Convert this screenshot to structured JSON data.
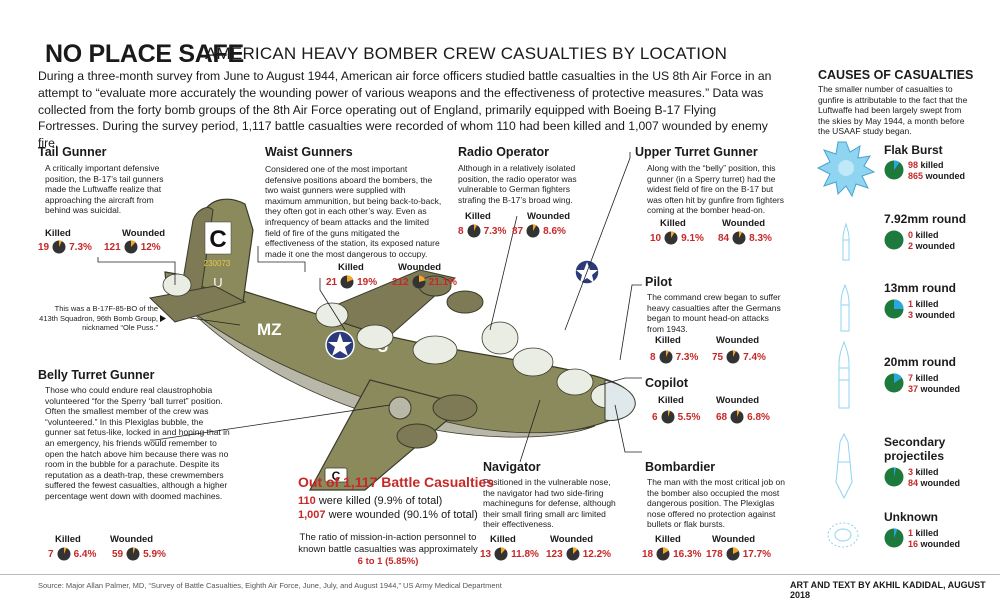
{
  "header": {
    "title": "NO PLACE SAFE",
    "subtitle": "AMERICAN HEAVY BOMBER CREW CASUALTIES BY LOCATION"
  },
  "intro": "During a three-month survey from June to August 1944, American air force officers studied battle casualties in the US 8th Air Force in an attempt to “evaluate more accurately the wounding power of various weapons and the effectiveness of protective measures.” Data was collected from the forty bomb groups of the 8th Air Force operating out of England, primarily equipped with Boeing B-17 Flying Fortresses. During the survey period, 1,117 battle casualties were recorded of whom 110 had been killed and 1,007 wounded by enemy fire.",
  "labels": {
    "killed": "Killed",
    "wounded": "Wounded"
  },
  "positions": {
    "tail": {
      "title": "Tail Gunner",
      "text": "A critically important defensive position, the B-17’s tail gunners made the Luftwaffe realize that approaching the aircraft from behind was suicidal.",
      "killed": "19",
      "killed_pct": "7.3%",
      "killed_frac": 0.073,
      "wounded": "121",
      "wounded_pct": "12%",
      "wounded_frac": 0.12
    },
    "waist": {
      "title": "Waist Gunners",
      "text": "Considered one of the most important defensive positions aboard the bombers, the two waist gunners were supplied with maximum ammunition, but being back-to-back, they often got in each other’s way. Even as infrequency of beam attacks and the limited field of fire of the guns mitigated the effectiveness of the station, its exposed nature made it one the most dangerous to occupy.",
      "killed": "21",
      "killed_pct": "19%",
      "killed_frac": 0.19,
      "wounded": "212",
      "wounded_pct": "21.1%",
      "wounded_frac": 0.211
    },
    "radio": {
      "title": "Radio Operator",
      "text": "Although in a relatively isolated position, the radio operator was vulnerable to German fighters strafing the B-17’s broad wing.",
      "killed": "8",
      "killed_pct": "7.3%",
      "killed_frac": 0.073,
      "wounded": "87",
      "wounded_pct": "8.6%",
      "wounded_frac": 0.086
    },
    "upper": {
      "title": "Upper Turret Gunner",
      "text": "Along with the “belly” position, this gunner (in a Sperry turret) had the widest field of fire on the B-17 but was often hit by gunfire from fighters coming at the bomber head-on.",
      "killed": "10",
      "killed_pct": "9.1%",
      "killed_frac": 0.091,
      "wounded": "84",
      "wounded_pct": "8.3%",
      "wounded_frac": 0.083
    },
    "pilot": {
      "title": "Pilot",
      "text": "The command crew began to suffer heavy casualties after the Germans began to mount head-on attacks from 1943.",
      "killed": "8",
      "killed_pct": "7.3%",
      "killed_frac": 0.073,
      "wounded": "75",
      "wounded_pct": "7.4%",
      "wounded_frac": 0.074
    },
    "copilot": {
      "title": "Copilot",
      "text": "",
      "killed": "6",
      "killed_pct": "5.5%",
      "killed_frac": 0.055,
      "wounded": "68",
      "wounded_pct": "6.8%",
      "wounded_frac": 0.068
    },
    "bombardier": {
      "title": "Bombardier",
      "text": "The man with the most critical job on the bomber also occupied the most dangerous position. The Plexiglas nose offered no protection against bullets or flak bursts.",
      "killed": "18",
      "killed_pct": "16.3%",
      "killed_frac": 0.163,
      "wounded": "178",
      "wounded_pct": "17.7%",
      "wounded_frac": 0.177
    },
    "navigator": {
      "title": "Navigator",
      "text": "Positioned in the vulnerable nose, the navigator had two side-firing machineguns for defense, although their small firing small arc limited their effectiveness.",
      "killed": "13",
      "killed_pct": "11.8%",
      "killed_frac": 0.118,
      "wounded": "123",
      "wounded_pct": "12.2%",
      "wounded_frac": 0.122
    },
    "belly": {
      "title": "Belly Turret Gunner",
      "text": "Those who could endure real claustrophobia volunteered “for the Sperry ‘ball turret” position. Often the smallest member of the crew was “volunteered.” In this Plexiglas bubble, the gunner sat fetus-like, locked in and hoping that in an emergency, his friends would remember to open the hatch above him because there was no room in the bubble for a parachute. Despite its reputation as a death-trap, these crewmembers suffered the fewest casualties, although a higher percentage went down with doomed machines.",
      "killed": "7",
      "killed_pct": "6.4%",
      "killed_frac": 0.064,
      "wounded": "59",
      "wounded_pct": "5.9%",
      "wounded_frac": 0.059
    }
  },
  "aircraft_note": "This was a B-17F-85-BO of the 413th Squadron, 96th Bomb Group, nicknamed “Ole Puss.”",
  "aircraft_markings": {
    "tail_letter": "C",
    "serial": "230073",
    "tail_u": "U",
    "fuselage_code": "MZ",
    "fuselage_u": "U",
    "rudder_letter": "C"
  },
  "summary": {
    "heading": "Out of 1,117 Battle Casualties",
    "killed_num": "110",
    "killed_text": "were killed (9.9% of total)",
    "wounded_num": "1,007",
    "wounded_text": "were wounded (90.1% of total)",
    "ratio_text": "The ratio of mission-in-action personnel to known battle casualties was approximately",
    "ratio_value": "6 to 1 (5.85%)"
  },
  "causes": {
    "title": "CAUSES OF CASUALTIES",
    "text": "The smaller number of casualties to gunfire is attributable to the fact that the Luftwaffe had been largely swept from the skies by May 1944, a month before the USAAF study began.",
    "killed_word": "killed",
    "wounded_word": "wounded",
    "items": [
      {
        "name": "Flak Burst",
        "killed": "98",
        "wounded": "865",
        "killed_frac": 0.102,
        "icon": "flak-burst-icon"
      },
      {
        "name": "7.92mm round",
        "killed": "0",
        "wounded": "2",
        "killed_frac": 0.0,
        "icon": "bullet-792-icon"
      },
      {
        "name": "13mm round",
        "killed": "1",
        "wounded": "3",
        "killed_frac": 0.25,
        "icon": "bullet-13mm-icon"
      },
      {
        "name": "20mm round",
        "killed": "7",
        "wounded": "37",
        "killed_frac": 0.159,
        "icon": "shell-20mm-icon"
      },
      {
        "name": "Secondary projectiles",
        "killed": "3",
        "wounded": "84",
        "killed_frac": 0.034,
        "icon": "secondary-projectiles-icon"
      },
      {
        "name": "Unknown",
        "killed": "1",
        "wounded": "16",
        "killed_frac": 0.059,
        "icon": "unknown-icon"
      }
    ]
  },
  "footer": {
    "source": "Source: Major Allan Palmer, MD, “Survey of Battle Casualties, Eighth Air Force, June, July, and August 1944,” US Army Medical Department",
    "credit": "ART AND TEXT BY AKHIL KADIDAL, AUGUST 2018"
  },
  "colors": {
    "accent_red": "#c62828",
    "pie_dark": "#333333",
    "pie_orange": "#f5a623",
    "cause_green": "#1e7a3c",
    "cause_blue": "#2aa7e0",
    "olive": "#8a8a5c"
  }
}
